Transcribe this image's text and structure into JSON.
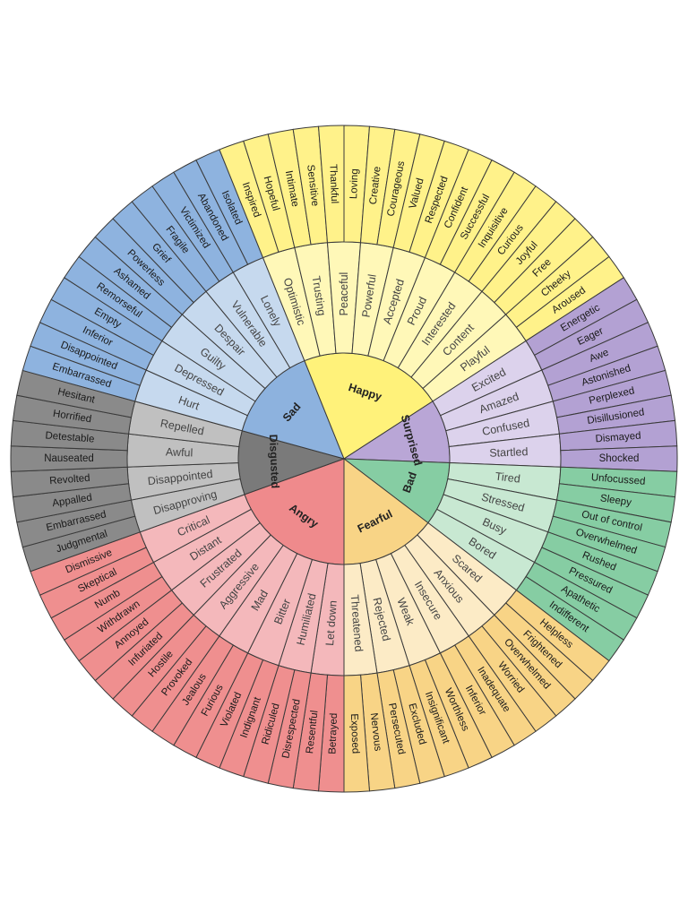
{
  "wheel": {
    "core_emotions": [
      {
        "name": "Angry",
        "colors": {
          "inner": "#ef8a8c",
          "mid": "#f4b8bb",
          "outer": "#ef8f8f"
        },
        "secondary": [
          {
            "name": "Let down",
            "tertiary": [
              "Betrayed",
              "Resentful"
            ]
          },
          {
            "name": "Humiliated",
            "tertiary": [
              "Disrespected",
              "Ridiculed"
            ]
          },
          {
            "name": "Bitter",
            "tertiary": [
              "Indignant",
              "Violated"
            ]
          },
          {
            "name": "Mad",
            "tertiary": [
              "Furious",
              "Jealous"
            ]
          },
          {
            "name": "Aggressive",
            "tertiary": [
              "Provoked",
              "Hostile"
            ]
          },
          {
            "name": "Frustrated",
            "tertiary": [
              "Infuriated",
              "Annoyed"
            ]
          },
          {
            "name": "Distant",
            "tertiary": [
              "Withdrawn",
              "Numb"
            ]
          },
          {
            "name": "Critical",
            "tertiary": [
              "Skeptical",
              "Dismissive"
            ]
          }
        ]
      },
      {
        "name": "Disgusted",
        "colors": {
          "inner": "#7a7a7a",
          "mid": "#c0c0c0",
          "outer": "#8a8a8a"
        },
        "secondary": [
          {
            "name": "Disapproving",
            "tertiary": [
              "Judgmental",
              "Embarrassed"
            ]
          },
          {
            "name": "Disappointed",
            "tertiary": [
              "Appalled",
              "Revolted"
            ]
          },
          {
            "name": "Awful",
            "tertiary": [
              "Nauseated",
              "Detestable"
            ]
          },
          {
            "name": "Repelled",
            "tertiary": [
              "Horrified",
              "Hesitant"
            ]
          }
        ]
      },
      {
        "name": "Sad",
        "colors": {
          "inner": "#8db2de",
          "mid": "#c6d9ee",
          "outer": "#8eb3df"
        },
        "secondary": [
          {
            "name": "Hurt",
            "tertiary": [
              "Embarrassed",
              "Disappointed"
            ]
          },
          {
            "name": "Depressed",
            "tertiary": [
              "Inferior",
              "Empty"
            ]
          },
          {
            "name": "Guilty",
            "tertiary": [
              "Remorseful",
              "Ashamed"
            ]
          },
          {
            "name": "Despair",
            "tertiary": [
              "Powerless",
              "Grief"
            ]
          },
          {
            "name": "Vulnerable",
            "tertiary": [
              "Fragile",
              "Victimized"
            ]
          },
          {
            "name": "Lonely",
            "tertiary": [
              "Abandoned",
              "Isolated"
            ]
          }
        ]
      },
      {
        "name": "Happy",
        "colors": {
          "inner": "#fff27a",
          "mid": "#fff8b8",
          "outer": "#fff28a"
        },
        "secondary": [
          {
            "name": "Optimistic",
            "tertiary": [
              "Inspired",
              "Hopeful"
            ]
          },
          {
            "name": "Trusting",
            "tertiary": [
              "Intimate",
              "Sensitive"
            ]
          },
          {
            "name": "Peaceful",
            "tertiary": [
              "Thankful",
              "Loving"
            ]
          },
          {
            "name": "Powerful",
            "tertiary": [
              "Creative",
              "Courageous"
            ]
          },
          {
            "name": "Accepted",
            "tertiary": [
              "Valued",
              "Respected"
            ]
          },
          {
            "name": "Proud",
            "tertiary": [
              "Confident",
              "Successful"
            ]
          },
          {
            "name": "Interested",
            "tertiary": [
              "Inquisitive",
              "Curious"
            ]
          },
          {
            "name": "Content",
            "tertiary": [
              "Joyful",
              "Free"
            ]
          },
          {
            "name": "Playful",
            "tertiary": [
              "Cheeky",
              "Aroused"
            ]
          }
        ]
      },
      {
        "name": "Surprised",
        "colors": {
          "inner": "#b9a6d6",
          "mid": "#dcd2ec",
          "outer": "#b3a1d3"
        },
        "secondary": [
          {
            "name": "Excited",
            "tertiary": [
              "Energetic",
              "Eager"
            ]
          },
          {
            "name": "Amazed",
            "tertiary": [
              "Awe",
              "Astonished"
            ]
          },
          {
            "name": "Confused",
            "tertiary": [
              "Perplexed",
              "Disillusioned"
            ]
          },
          {
            "name": "Startled",
            "tertiary": [
              "Dismayed",
              "Shocked"
            ]
          }
        ]
      },
      {
        "name": "Bad",
        "colors": {
          "inner": "#86cda3",
          "mid": "#c8e8d2",
          "outer": "#86cda3"
        },
        "secondary": [
          {
            "name": "Tired",
            "tertiary": [
              "Unfocussed",
              "Sleepy"
            ]
          },
          {
            "name": "Stressed",
            "tertiary": [
              "Out of control",
              "Overwhelmed"
            ]
          },
          {
            "name": "Busy",
            "tertiary": [
              "Rushed",
              "Pressured"
            ]
          },
          {
            "name": "Bored",
            "tertiary": [
              "Apathetic",
              "Indifferent"
            ]
          }
        ]
      },
      {
        "name": "Fearful",
        "colors": {
          "inner": "#f8d486",
          "mid": "#fcebc6",
          "outer": "#f8d486"
        },
        "secondary": [
          {
            "name": "Scared",
            "tertiary": [
              "Helpless",
              "Frightened"
            ]
          },
          {
            "name": "Anxious",
            "tertiary": [
              "Overwhelmed",
              "Worried"
            ]
          },
          {
            "name": "Insecure",
            "tertiary": [
              "Inadequate",
              "Inferior"
            ]
          },
          {
            "name": "Weak",
            "tertiary": [
              "Worthless",
              "Insignificant"
            ]
          },
          {
            "name": "Rejected",
            "tertiary": [
              "Excluded",
              "Persecuted"
            ]
          },
          {
            "name": "Threatened",
            "tertiary": [
              "Nervous",
              "Exposed"
            ]
          }
        ]
      }
    ]
  }
}
